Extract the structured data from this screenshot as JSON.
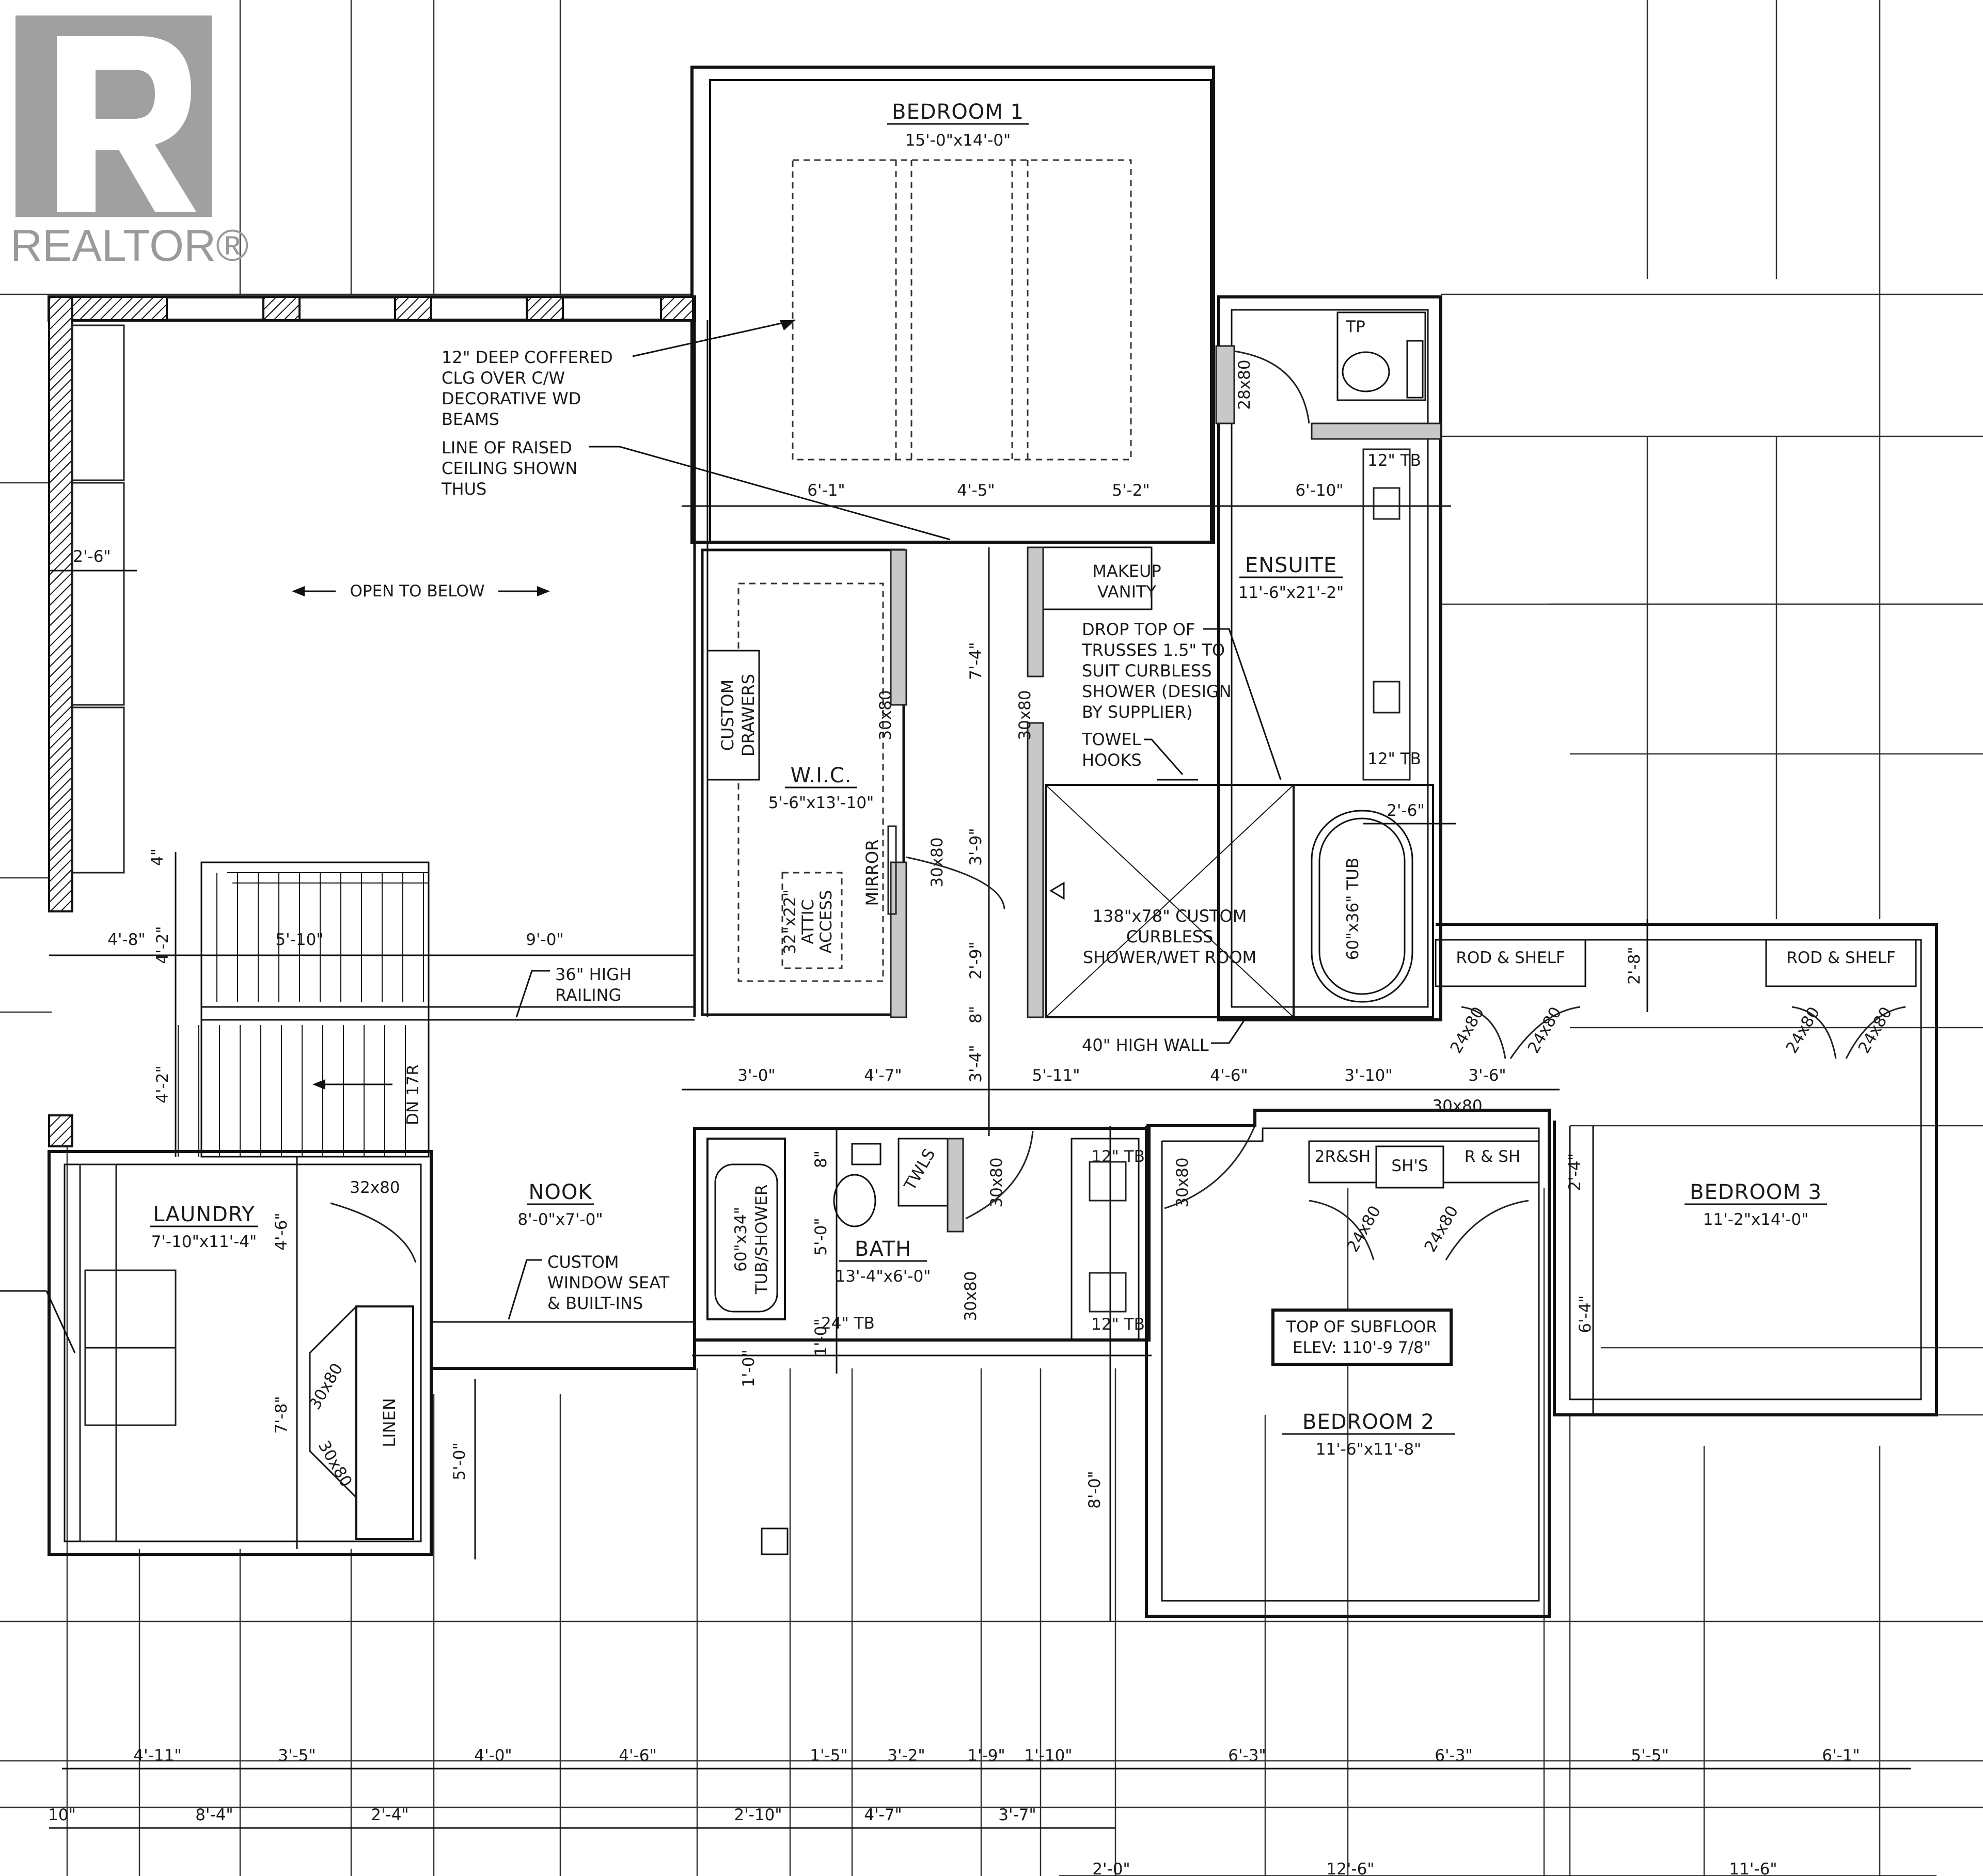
{
  "watermark": {
    "brand": "REALTOR®",
    "logo_icon": "realtor-r-logo"
  },
  "rooms": {
    "bedroom1": {
      "name": "BEDROOM 1",
      "size": "15'-0\"x14'-0\""
    },
    "ensuite": {
      "name": "ENSUITE",
      "size": "11'-6\"x21'-2\""
    },
    "wic": {
      "name": "W.I.C.",
      "size": "5'-6\"x13'-10\""
    },
    "laundry": {
      "name": "LAUNDRY",
      "size": "7'-10\"x11'-4\""
    },
    "nook": {
      "name": "NOOK",
      "size": "8'-0\"x7'-0\""
    },
    "bath": {
      "name": "BATH",
      "size": "13'-4\"x6'-0\""
    },
    "bedroom2": {
      "name": "BEDROOM 2",
      "size": "11'-6\"x11'-8\""
    },
    "bedroom3": {
      "name": "BEDROOM 3",
      "size": "11'-2\"x14'-0\""
    }
  },
  "notes": {
    "coffered": [
      "12\" DEEP COFFERED",
      "CLG OVER C/W",
      "DECORATIVE WD",
      "BEAMS"
    ],
    "raised": [
      "LINE OF RAISED",
      "CEILING SHOWN",
      "THUS"
    ],
    "open_below": "OPEN TO BELOW",
    "makeup": [
      "MAKEUP",
      "VANITY"
    ],
    "trusses": [
      "DROP TOP OF",
      "TRUSSES 1.5\" TO",
      "SUIT CURBLESS",
      "SHOWER (DESIGN",
      "BY SUPPLIER)"
    ],
    "towel": [
      "TOWEL",
      "HOOKS"
    ],
    "shower": [
      "138\"x78\" CUSTOM",
      "CURBLESS",
      "SHOWER/WET ROOM"
    ],
    "high_wall": "40\" HIGH WALL",
    "railing": [
      "36\" HIGH",
      "RAILING"
    ],
    "custom_drawers": [
      "CUSTOM",
      "DRAWERS"
    ],
    "attic": [
      "32\"x22\"",
      "ATTIC",
      "ACCESS"
    ],
    "mirror": "MIRROR",
    "window_seat": [
      "CUSTOM",
      "WINDOW SEAT",
      "& BUILT-INS"
    ],
    "linen": "LINEN",
    "tub_shower": [
      "60\"x34\"",
      "TUB/SHOWER"
    ],
    "tub": "60\"x36\" TUB",
    "twls": "TWLS",
    "stair_dn": "DN 17R",
    "subfloor": [
      "TOP OF SUBFLOOR",
      "ELEV: 110'-9 7/8\""
    ],
    "rod_shelf": "ROD & SHELF",
    "closet_2rsh": "2R&SH",
    "closet_shs": "SH'S",
    "closet_rsh": "R & SH",
    "tp": "TP"
  },
  "doors": [
    "28x80",
    "30x80",
    "24x80",
    "32x80"
  ],
  "fixtures": [
    "12\" TB",
    "24\" TB",
    "30x80"
  ],
  "dims": {
    "upper": [
      "6'-1\"",
      "4'-5\"",
      "5'-2\"",
      "6'-10\"",
      "2'-6\""
    ],
    "mid": [
      "4'-8\"",
      "4'-2\"",
      "5'-10\"",
      "9'-0\"",
      "4'-2\"",
      "4\""
    ],
    "mid2": [
      "3'-0\"",
      "4'-7\"",
      "3'-4\"",
      "5'-11\"",
      "4'-6\"",
      "3'-10\"",
      "3'-6\""
    ],
    "vertical": [
      "7'-4\"",
      "3'-9\"",
      "2'-9\"",
      "8\"",
      "2'-8\"",
      "2'-4\"",
      "6'-4\"",
      "4'-6\"",
      "7'-8\"",
      "5'-0\"",
      "8\"",
      "5'-0\"",
      "1'-0\"",
      "1'-0\"",
      "8'-0\"",
      "2'-6\""
    ],
    "bottom1": [
      "4'-11\"",
      "3'-5\"",
      "4'-0\"",
      "4'-6\"",
      "1'-5\"",
      "3'-2\"",
      "1'-9\"",
      "1'-10\"",
      "6'-3\"",
      "6'-3\"",
      "5'-5\"",
      "6'-1\""
    ],
    "bottom2": [
      "10\"",
      "8'-4\"",
      "2'-4\"",
      "2'-10\"",
      "4'-7\"",
      "3'-7\""
    ],
    "bottom3": [
      "2'-0\"",
      "12'-6\"",
      "11'-6\""
    ]
  }
}
